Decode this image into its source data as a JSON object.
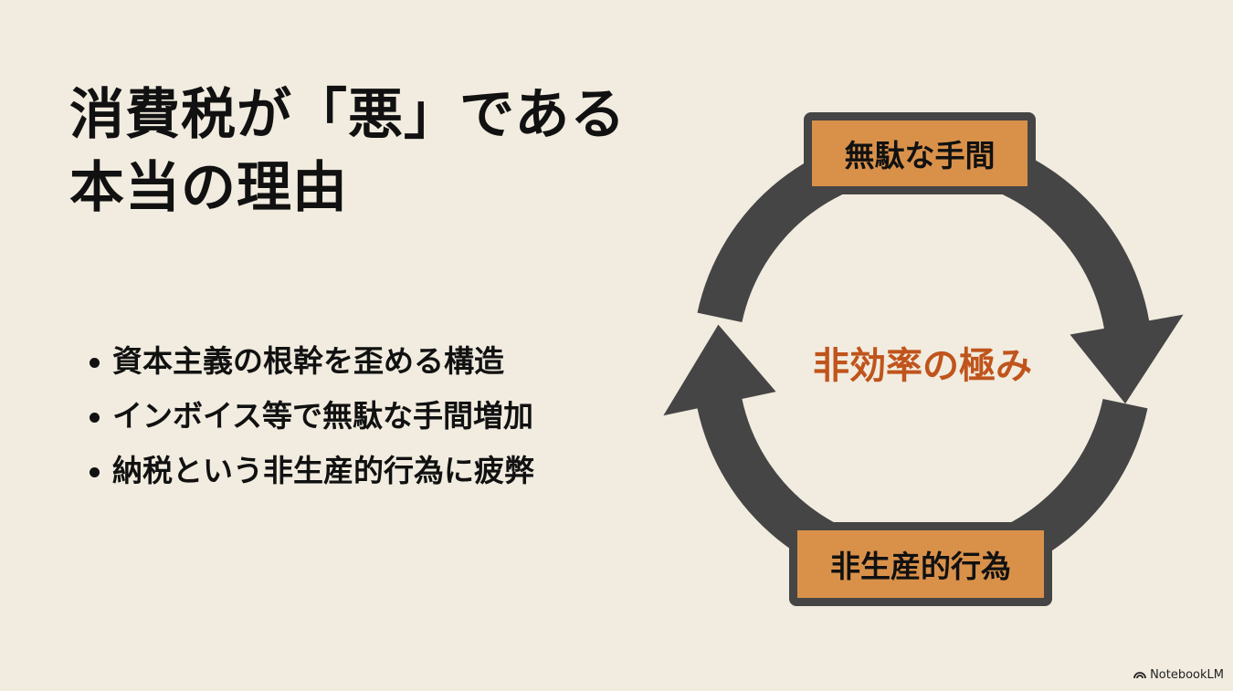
{
  "title": {
    "line1": "消費税が「悪」である",
    "line2": "本当の理由"
  },
  "bullets": [
    "資本主義の根幹を歪める構造",
    "インボイス等で無駄な手間増加",
    "納税という非生産的行為に疲弊"
  ],
  "cycle": {
    "top_node": "無駄な手間",
    "bottom_node": "非生産的行為",
    "center": "非効率の極み"
  },
  "watermark": "NotebookLM",
  "colors": {
    "background": "#f1ecdf",
    "ring": "#454545",
    "node": "#d9914a",
    "center_text": "#c0541c"
  }
}
